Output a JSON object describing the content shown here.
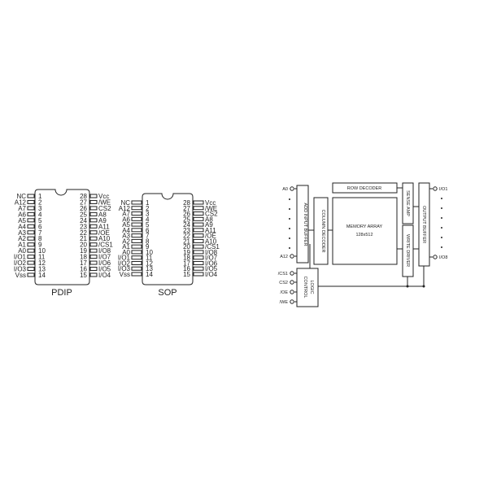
{
  "pdip": {
    "label": "PDIP",
    "left_pins": [
      [
        "NC",
        "1"
      ],
      [
        "A12",
        "2"
      ],
      [
        "A7",
        "3"
      ],
      [
        "A6",
        "4"
      ],
      [
        "A5",
        "5"
      ],
      [
        "A4",
        "6"
      ],
      [
        "A3",
        "7"
      ],
      [
        "A2",
        "8"
      ],
      [
        "A1",
        "9"
      ],
      [
        "A0",
        "10"
      ],
      [
        "I/O1",
        "11"
      ],
      [
        "I/O2",
        "12"
      ],
      [
        "I/O3",
        "13"
      ],
      [
        "Vss",
        "14"
      ]
    ],
    "right_pins": [
      [
        "Vcc",
        "28"
      ],
      [
        "/WE",
        "27"
      ],
      [
        "CS2",
        "26"
      ],
      [
        "A8",
        "25"
      ],
      [
        "A9",
        "24"
      ],
      [
        "A11",
        "23"
      ],
      [
        "/OE",
        "22"
      ],
      [
        "A10",
        "21"
      ],
      [
        "/CS1",
        "20"
      ],
      [
        "I/O8",
        "19"
      ],
      [
        "I/O7",
        "18"
      ],
      [
        "I/O6",
        "17"
      ],
      [
        "I/O5",
        "16"
      ],
      [
        "I/O4",
        "15"
      ]
    ]
  },
  "sop": {
    "label": "SOP",
    "left_pins": [
      [
        "NC",
        "1"
      ],
      [
        "A12",
        "2"
      ],
      [
        "A7",
        "3"
      ],
      [
        "A6",
        "4"
      ],
      [
        "A5",
        "5"
      ],
      [
        "A4",
        "6"
      ],
      [
        "A3",
        "7"
      ],
      [
        "A2",
        "8"
      ],
      [
        "A1",
        "9"
      ],
      [
        "A0",
        "10"
      ],
      [
        "I/O1",
        "11"
      ],
      [
        "I/O2",
        "12"
      ],
      [
        "I/O3",
        "13"
      ],
      [
        "Vss",
        "14"
      ]
    ],
    "right_pins": [
      [
        "Vcc",
        "28"
      ],
      [
        "/WE",
        "27"
      ],
      [
        "CS2",
        "26"
      ],
      [
        "A8",
        "25"
      ],
      [
        "A9",
        "24"
      ],
      [
        "A11",
        "23"
      ],
      [
        "/OE",
        "22"
      ],
      [
        "A10",
        "21"
      ],
      [
        "/CS1",
        "20"
      ],
      [
        "I/O8",
        "19"
      ],
      [
        "I/O7",
        "18"
      ],
      [
        "I/O6",
        "17"
      ],
      [
        "I/O5",
        "16"
      ],
      [
        "I/O4",
        "15"
      ]
    ]
  },
  "block": {
    "a0": "A0",
    "a12": "A12",
    "io1": "I/O1",
    "io8": "I/O8",
    "cs1": "/CS1",
    "cs2": "CS2",
    "oe": "/OE",
    "we": "/WE",
    "row_decoder": "ROW DECODER",
    "add_input_buffer": "ADD INPUT BUFFER",
    "column_decoder": "COLUMN DECODER",
    "memory_array": "MEMORY ARRAY",
    "memory_size": "128x512",
    "sense_amp": "SENSE AMP",
    "write_driver": "WRITE DRIVER",
    "output_buffer": "OUTPUT BUFFER",
    "control_logic_1": "CONTROL",
    "control_logic_2": "LOGIC"
  }
}
